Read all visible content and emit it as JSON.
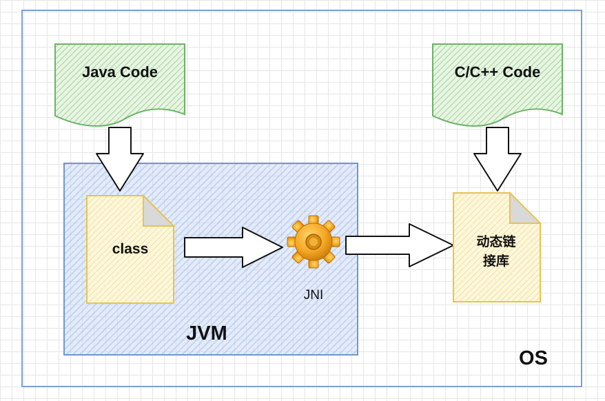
{
  "diagram": {
    "java_code_label": "Java Code",
    "cpp_code_label": "C/C++ Code",
    "class_label": "class",
    "jni_label": "JNI",
    "jvm_label": "JVM",
    "lib_label_line1": "动态链",
    "lib_label_line2": "接库",
    "os_label": "OS"
  },
  "colors": {
    "frame_blue": "#7a9fd6",
    "jvm_fill": "#dbe6f7",
    "code_green_stroke": "#6cb266",
    "code_green_fill": "#e4f3df",
    "doc_yellow_stroke": "#e8c350",
    "doc_yellow_fill": "#fdf6d8",
    "gear_orange": "#f5a623"
  }
}
